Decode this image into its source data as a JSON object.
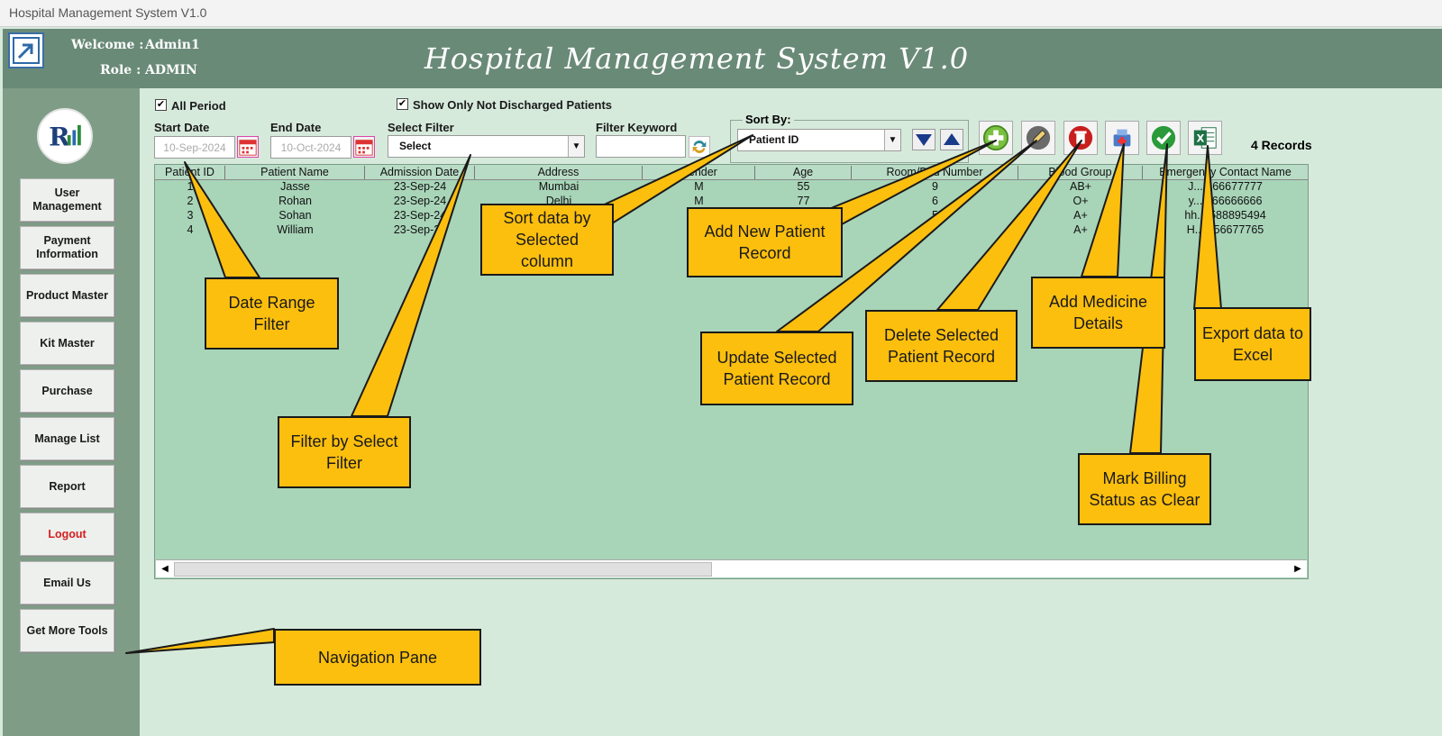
{
  "window": {
    "title": "Hospital Management System V1.0"
  },
  "header": {
    "welcome_label": "Welcome :",
    "welcome_value": "Admin1",
    "role_label": "Role :",
    "role_value": "ADMIN",
    "app_title": "Hospital Management System V1.0"
  },
  "sidebar": {
    "items": [
      {
        "label": "User Management"
      },
      {
        "label": "Payment Information"
      },
      {
        "label": "Product Master"
      },
      {
        "label": "Kit Master"
      },
      {
        "label": "Purchase"
      },
      {
        "label": "Manage List"
      },
      {
        "label": "Report"
      },
      {
        "label": "Logout"
      },
      {
        "label": "Email Us"
      },
      {
        "label": "Get More Tools"
      }
    ]
  },
  "filters": {
    "all_period_label": "All Period",
    "all_period_checked": true,
    "not_discharged_label": "Show Only Not Discharged Patients",
    "not_discharged_checked": true,
    "start_date_label": "Start Date",
    "start_date_value": "10-Sep-2024",
    "end_date_label": "End Date",
    "end_date_value": "10-Oct-2024",
    "select_filter_label": "Select Filter",
    "select_filter_value": "Select",
    "filter_keyword_label": "Filter Keyword",
    "filter_keyword_value": ""
  },
  "sort": {
    "label": "Sort By:",
    "value": "Patient ID"
  },
  "records_count": "4 Records",
  "table": {
    "columns": [
      "Patient ID",
      "Patient Name",
      "Admission Date",
      "Address",
      "Gender",
      "Age",
      "Room/Bed Number",
      "Blood Group",
      "Emergency Contact Name"
    ],
    "rows": [
      [
        "1",
        "Jasse",
        "23-Sep-24",
        "Mumbai",
        "M",
        "55",
        "9",
        "AB+",
        "J... 666677777"
      ],
      [
        "2",
        "Rohan",
        "23-Sep-24",
        "Delhi",
        "M",
        "77",
        "6",
        "O+",
        "y... 666666666"
      ],
      [
        "3",
        "Sohan",
        "23-Sep-24",
        "",
        "",
        "",
        "5",
        "A+",
        "hh... 588895494"
      ],
      [
        "4",
        "William",
        "23-Sep-24",
        "",
        "",
        "",
        "",
        "A+",
        "H... 656677765"
      ]
    ]
  },
  "callouts": {
    "date_range": "Date Range Filter",
    "select_filter": "Filter by Select Filter",
    "sort_data": "Sort data by Selected column",
    "add_patient": "Add New Patient Record",
    "update_patient": "Update Selected Patient Record",
    "delete_patient": "Delete Selected Patient Record",
    "add_medicine": "Add Medicine Details",
    "export_excel": "Export data to Excel",
    "mark_billing": "Mark Billing Status as Clear",
    "nav_pane": "Navigation Pane"
  },
  "icons": {
    "add": "plus-circle-icon",
    "edit": "pencil-icon",
    "delete": "trash-icon",
    "medicine": "medicine-icon",
    "billing": "check-circle-icon",
    "excel": "excel-icon",
    "sort_desc": "triangle-down-icon",
    "sort_asc": "triangle-up-icon",
    "calendar": "calendar-icon",
    "refresh": "refresh-icon"
  },
  "colors": {
    "header_bg": "#6a8a78",
    "sidebar_bg": "#7f9c87",
    "content_bg": "#d6eadc",
    "grid_bg": "#a8d4b8",
    "callout_bg": "#fcbf0e",
    "logout_text": "#d42020"
  }
}
